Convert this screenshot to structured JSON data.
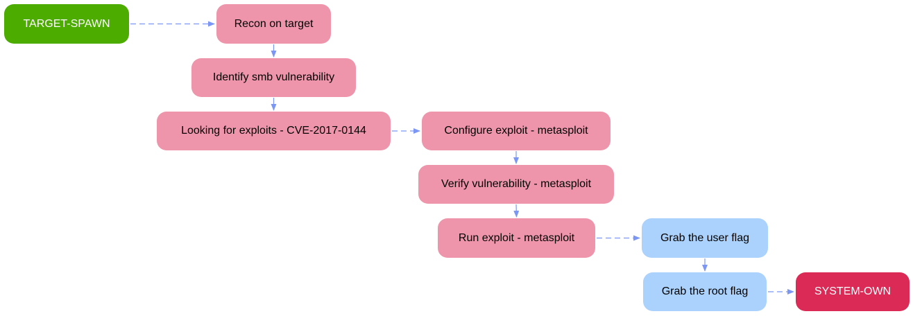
{
  "colors": {
    "start": "#4cad00",
    "attack": "#ee95ab",
    "flag": "#abd2fc",
    "end": "#dc2a56",
    "edge": "#7b96f5",
    "text_dark": "#000000",
    "text_light": "#ffffff"
  },
  "nodes": {
    "target_spawn": "TARGET-SPAWN",
    "recon": "Recon on target",
    "identify_smb": "Identify smb vulnerability",
    "looking_exploits": "Looking for exploits - CVE-2017-0144",
    "configure_exploit": "Configure exploit - metasploit",
    "verify_vuln": "Verify vulnerability - metasploit",
    "run_exploit": "Run exploit - metasploit",
    "grab_user": "Grab the user flag",
    "grab_root": "Grab the root flag",
    "system_own": "SYSTEM-OWN"
  },
  "edges": [
    {
      "from": "target_spawn",
      "to": "recon",
      "style": "dashed"
    },
    {
      "from": "recon",
      "to": "identify_smb",
      "style": "solid"
    },
    {
      "from": "identify_smb",
      "to": "looking_exploits",
      "style": "solid"
    },
    {
      "from": "looking_exploits",
      "to": "configure_exploit",
      "style": "dashed"
    },
    {
      "from": "configure_exploit",
      "to": "verify_vuln",
      "style": "solid"
    },
    {
      "from": "verify_vuln",
      "to": "run_exploit",
      "style": "solid"
    },
    {
      "from": "run_exploit",
      "to": "grab_user",
      "style": "dashed"
    },
    {
      "from": "grab_user",
      "to": "grab_root",
      "style": "solid"
    },
    {
      "from": "grab_root",
      "to": "system_own",
      "style": "dashed"
    }
  ]
}
